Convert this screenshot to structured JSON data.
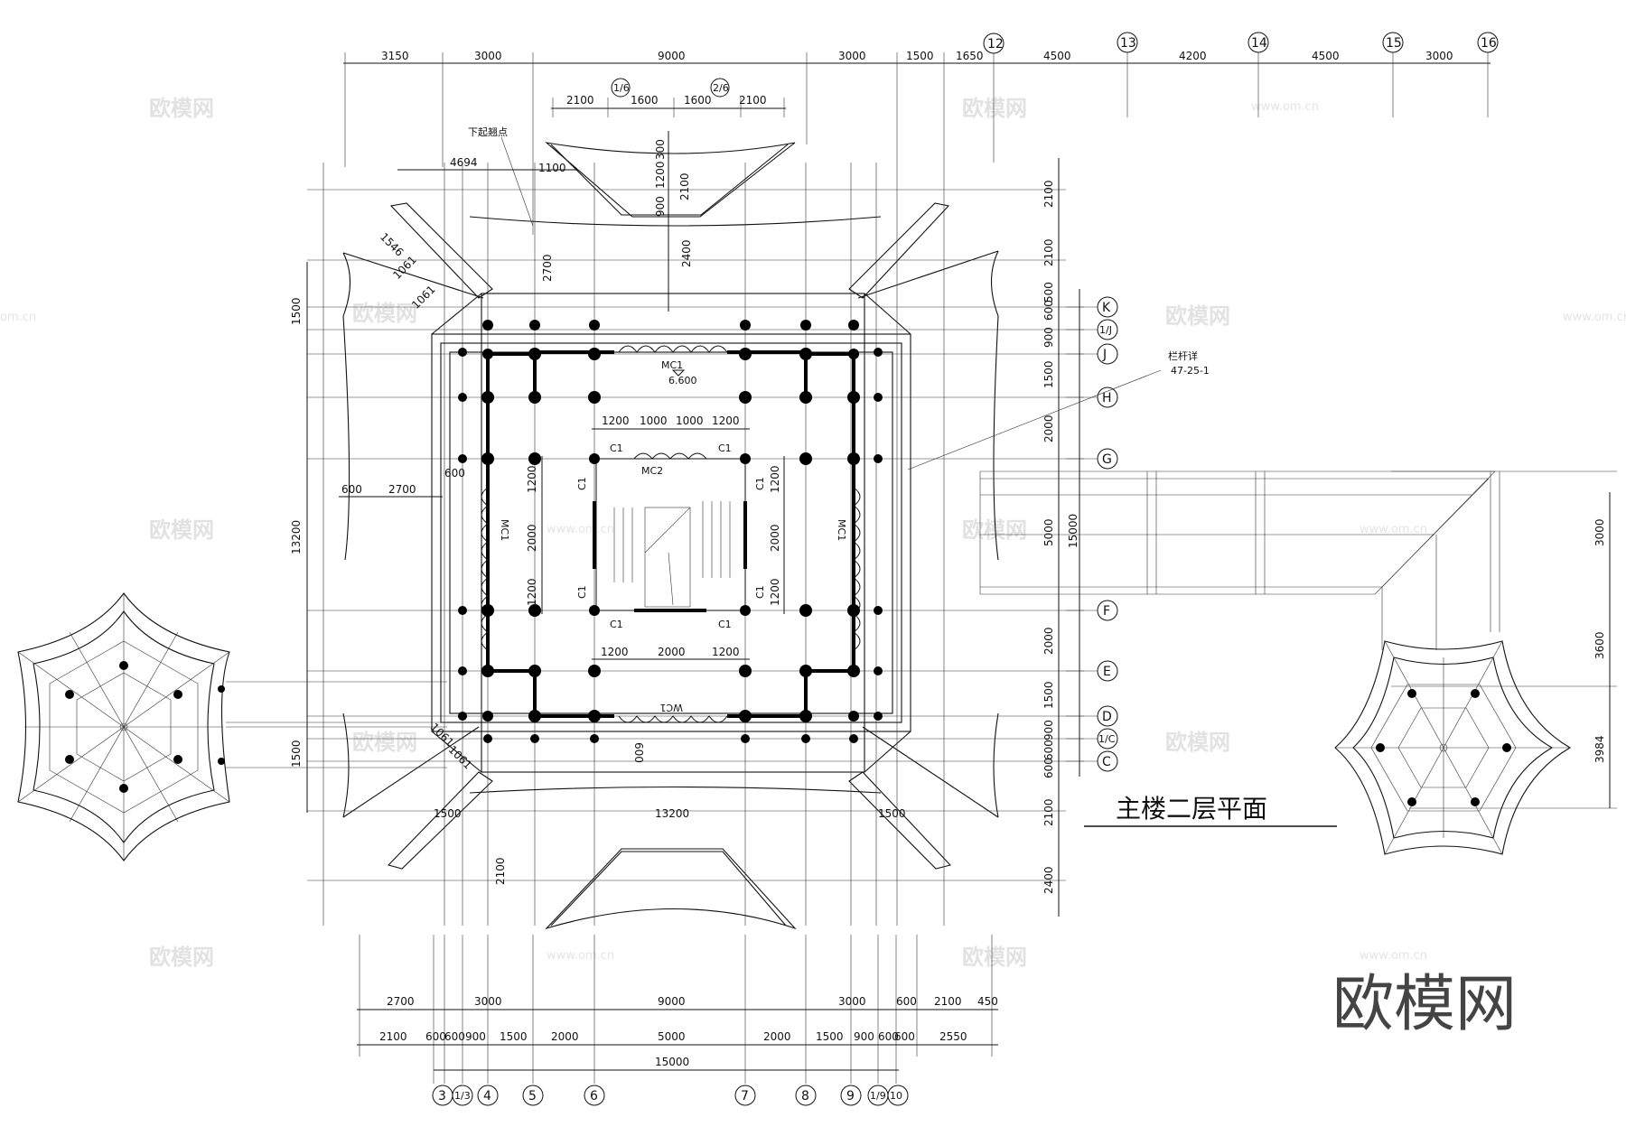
{
  "drawing_title": "主楼二层平面",
  "brand_watermark": "欧模网",
  "watermark": {
    "text": "欧模网",
    "url": "www.om.cn",
    "url_partial": "om.cn"
  },
  "elevation_mark": "6.600",
  "annotations": {
    "lower_corner_point": "下起翘点",
    "railing_detail": "栏杆详",
    "railing_ref": "47-25-1"
  },
  "room_labels": {
    "mc1": "MC1",
    "mc2": "MC2",
    "c1": "C1",
    "wc1": "WC1"
  },
  "top_dims_row1": [
    "3150",
    "3000",
    "9000",
    "3000",
    "1500",
    "1650",
    "4500",
    "4200",
    "4500",
    "3000"
  ],
  "top_dims_row2": [
    "2100",
    "1600",
    "1600",
    "2100"
  ],
  "top_axis_bubbles": [
    "12",
    "13",
    "14",
    "15",
    "16",
    "1/6",
    "2/6"
  ],
  "left_roof_dims": [
    "4694",
    "1100",
    "1546",
    "1061",
    "1061"
  ],
  "roof_vertical_dims": [
    "300",
    "1200",
    "2100",
    "900",
    "2400",
    "2700"
  ],
  "inner_top_dims": [
    "1200",
    "1000",
    "1000",
    "1200"
  ],
  "inner_bottom_dims": [
    "1200",
    "2000",
    "1200"
  ],
  "inner_side_dims": [
    "1200",
    "2000",
    "1200"
  ],
  "misc_dims": [
    "600",
    "2700",
    "600",
    "13200",
    "1500",
    "1500",
    "600",
    "1500",
    "1500",
    "13200",
    "2100",
    "1061",
    "1061"
  ],
  "right_dims": [
    "2100",
    "2100",
    "500",
    "600",
    "900",
    "1500",
    "2000",
    "5000",
    "15000",
    "2000",
    "1500",
    "900",
    "600",
    "600",
    "2100",
    "2400"
  ],
  "right_axis_bubbles": [
    "K",
    "1/J",
    "J",
    "H",
    "G",
    "F",
    "E",
    "D",
    "1/C",
    "C"
  ],
  "far_right_dims": [
    "3000",
    "3600",
    "3984"
  ],
  "bottom_dims_row1": [
    "2700",
    "3000",
    "9000",
    "3000",
    "600",
    "2100",
    "450"
  ],
  "bottom_dims_row2": [
    "2100",
    "600",
    "600",
    "900",
    "1500",
    "2000",
    "5000",
    "2000",
    "1500",
    "900",
    "600",
    "600",
    "2550"
  ],
  "bottom_dims_total": "15000",
  "bottom_axis_bubbles": [
    "3",
    "1/3",
    "4",
    "5",
    "6",
    "7",
    "8",
    "9",
    "1/9",
    "10"
  ],
  "colors": {
    "line": "#111111",
    "watermark": "#e2e2e2",
    "brand": "#444444"
  }
}
